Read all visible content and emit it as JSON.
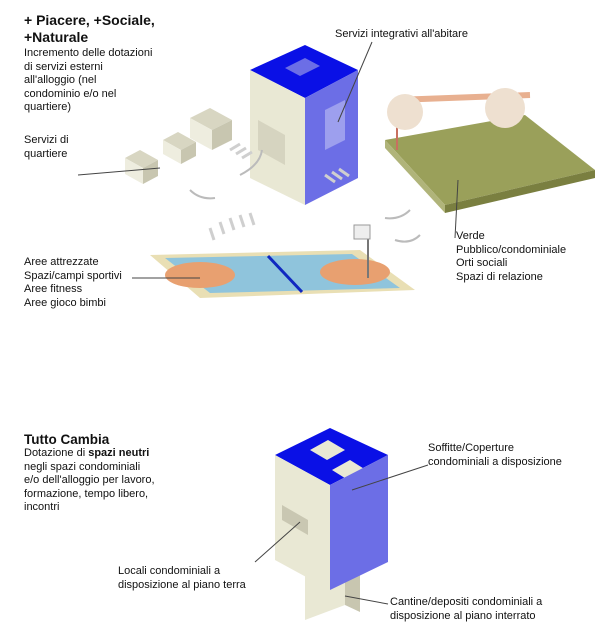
{
  "section1": {
    "title_line1": "+ Piacere, +Sociale,",
    "title_line2": "+Naturale",
    "description": [
      "Incremento delle dotazioni",
      "di servizi esterni",
      "all'alloggio (nel",
      "condominio e/o nel",
      "quartiere)"
    ],
    "labels": {
      "servizi_integrativi": "Servizi integrativi all'abitare",
      "servizi_quartiere": [
        "Servizi di",
        "quartiere"
      ],
      "verde": [
        "Verde",
        "Pubblico/condominiale",
        "Orti sociali",
        "Spazi di relazione"
      ],
      "aree": [
        "Aree attrezzate",
        "Spazi/campi sportivi",
        "Aree fitness",
        "Aree gioco bimbi"
      ]
    }
  },
  "section2": {
    "title": "Tutto Cambia",
    "desc_prefix": "Dotazione di ",
    "desc_bold": "spazi neutri",
    "description": [
      "negli spazi condominiali",
      "e/o dell'alloggio per lavoro,",
      "formazione, tempo libero,",
      "incontri"
    ],
    "labels": {
      "soffitte": [
        "Soffitte/Coperture",
        "condominiali a disposizione"
      ],
      "locali": [
        "Locali condominiali a",
        "disposizione al piano terra"
      ],
      "cantine": [
        "Cantine/depositi condominiali a",
        "disposizione al piano interrato"
      ]
    }
  },
  "colors": {
    "blue": "#0a10e6",
    "purple": "#6c6ee6",
    "cream": "#e9e8d4",
    "green": "#9aa05a",
    "court": "#8fc4dc"
  }
}
